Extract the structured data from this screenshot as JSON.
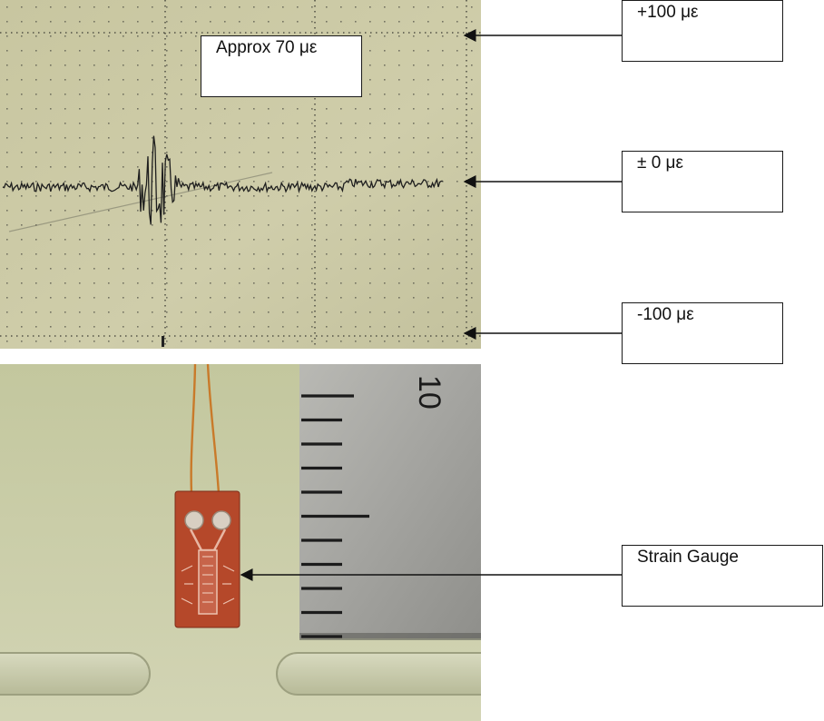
{
  "figure": {
    "oscilloscope_trace": {
      "annotation": "Approx 70 με"
    },
    "callouts": {
      "top": "+100 με",
      "zero": "± 0 με",
      "bottom": "-100 με",
      "gauge": "Strain Gauge"
    },
    "ruler": {
      "tick_label": "10"
    },
    "colors": {
      "scope_background": "#cbc9a4",
      "trace": "#1e1e1e",
      "photo_background": "#c7cba6",
      "ruler_metal": "#a8a8a4",
      "gauge_copper": "#b5482a",
      "lead_wire": "#c97a2a"
    }
  }
}
